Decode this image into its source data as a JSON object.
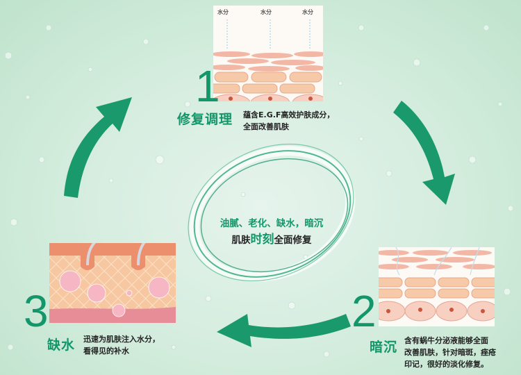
{
  "steps": [
    {
      "number": "1",
      "title": "修复调理",
      "desc_lines": [
        "蕴含E.G.F高效护肤成分，",
        "全面改善肌肤"
      ],
      "image_labels": [
        "水分",
        "水分",
        "水分"
      ]
    },
    {
      "number": "2",
      "title": "暗沉",
      "desc_lines": [
        "含有蜗牛分泌液能够全面",
        "改善肌肤，针对暗斑，痤疮",
        "印记，很好的淡化修复。"
      ]
    },
    {
      "number": "3",
      "title": "缺水",
      "desc_lines": [
        "迅速为肌肤注入水分，",
        "看得见的补水"
      ]
    }
  ],
  "center": {
    "line1": "油腻、老化、缺水，暗沉",
    "line2_prefix": "肌肤",
    "line2_highlight": "时刻",
    "line2_suffix": "全面修复"
  },
  "colors": {
    "accent": "#12966a",
    "skin": "#f2c6b4",
    "background": "#d3ecdd"
  }
}
